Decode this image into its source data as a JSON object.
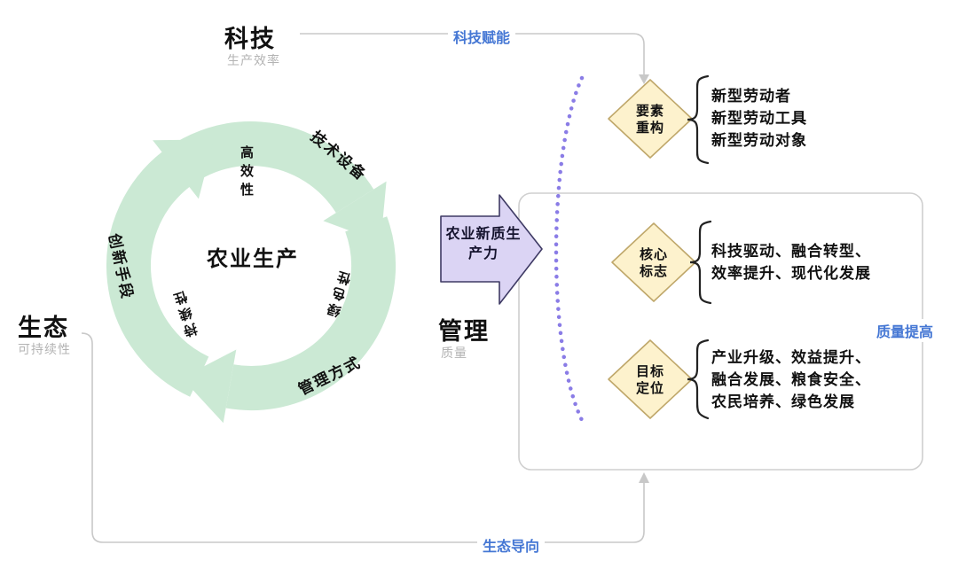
{
  "colors": {
    "accent_blue": "#4577d4",
    "cycle_green": "#cbe9d4",
    "purple_arrow_fill": "#dbd4f4",
    "purple_arrow_stroke": "#3e3a64",
    "diamond_fill": "#fdf2cd",
    "diamond_stroke": "#bfa76a",
    "dotted_curve": "#8a7ce6",
    "connector_gray": "#c8c8c8"
  },
  "nodes": {
    "tech": {
      "title": "科技",
      "subtitle": "生产效率"
    },
    "eco": {
      "title": "生态",
      "subtitle": "可持续性"
    },
    "mgmt": {
      "title": "管理",
      "subtitle": "质量"
    }
  },
  "edges": {
    "tech": "科技赋能",
    "quality": "质量提高",
    "eco": "生态导向"
  },
  "cycle": {
    "center": "农业生产",
    "outer": [
      "技术设备",
      "管理方式",
      "创新手段"
    ],
    "inner": [
      "高效性",
      "绿色性",
      "持续性"
    ]
  },
  "arrow": {
    "line1": "农业新质生",
    "line2": "产力"
  },
  "groups": [
    {
      "diamond_line1": "要素",
      "diamond_line2": "重构",
      "items": [
        "新型劳动者",
        "新型劳动工具",
        "新型劳动对象"
      ]
    },
    {
      "diamond_line1": "核心",
      "diamond_line2": "标志",
      "items": [
        "科技驱动、融合转型、",
        "效率提升、现代化发展"
      ]
    },
    {
      "diamond_line1": "目标",
      "diamond_line2": "定位",
      "items": [
        "产业升级、效益提升、",
        "融合发展、粮食安全、",
        "农民培养、绿色发展"
      ]
    }
  ]
}
